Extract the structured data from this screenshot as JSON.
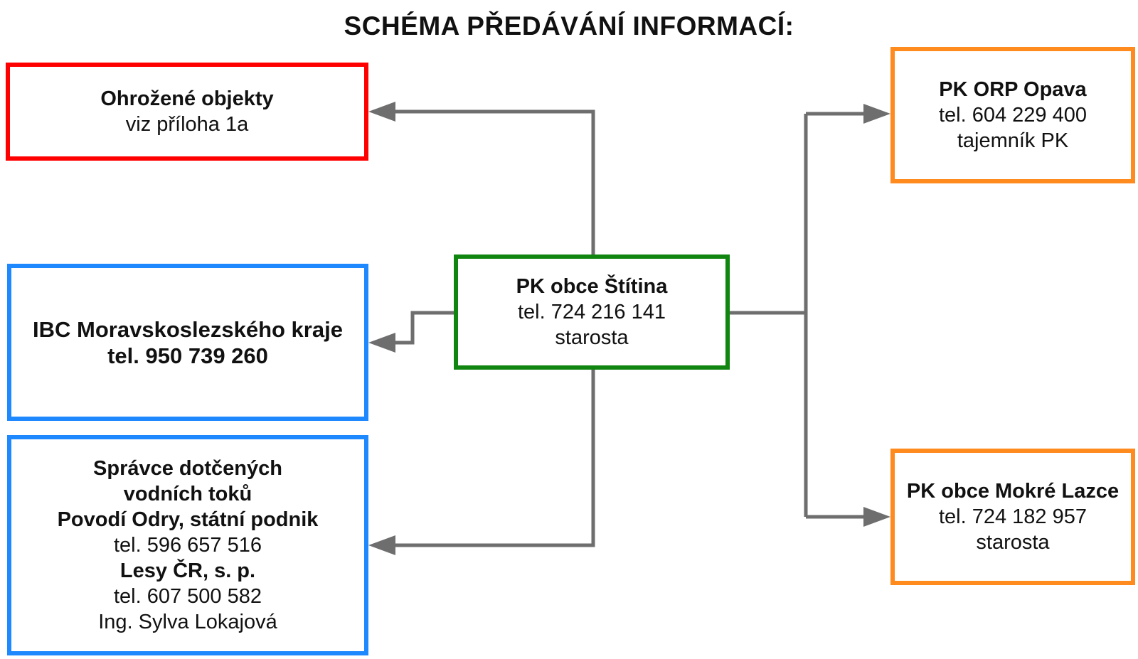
{
  "title": "SCHÉMA PŘEDÁVÁNÍ INFORMACÍ:",
  "colors": {
    "threatened_border": "#ff0000",
    "ibc_border": "#1e88ff",
    "water_border": "#1e88ff",
    "center_border": "#108510",
    "orp_border": "#ff8a1e",
    "mokre_border": "#ff8a1e",
    "connector": "#6e6e6e"
  },
  "boxes": {
    "threatened": {
      "name": "Ohrožené objekty",
      "detail": "viz příloha 1a"
    },
    "ibc": {
      "name": "IBC Moravskoslezského kraje",
      "phone": "tel. 950 739 260"
    },
    "water": {
      "heading_1": "Správce dotčených",
      "heading_2": "vodních toků",
      "org_1": "Povodí Odry, státní podnik",
      "phone_1": "tel. 596 657 516",
      "org_2": "Lesy ČR, s. p.",
      "phone_2": "tel. 607 500 582",
      "contact": "Ing. Sylva Lokajová"
    },
    "center": {
      "name": "PK obce Štítina",
      "phone": "tel. 724 216 141",
      "role": "starosta"
    },
    "orp": {
      "name": "PK ORP Opava",
      "phone": "tel. 604 229 400",
      "role": "tajemník PK"
    },
    "mokre": {
      "name": "PK obce Mokré Lazce",
      "phone": "tel. 724 182 957",
      "role": "starosta"
    }
  }
}
